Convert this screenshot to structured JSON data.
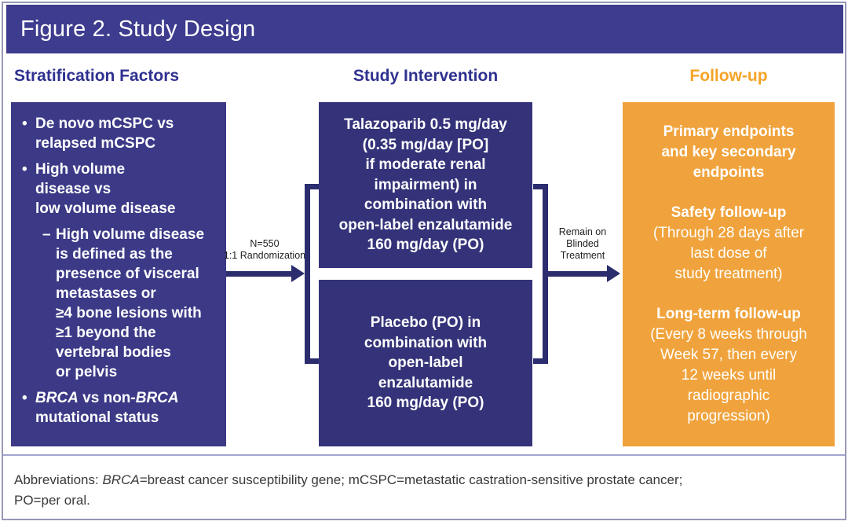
{
  "title": "Figure 2. Study Design",
  "markers": {
    "bullet": "•",
    "dash": "–"
  },
  "columns": [
    {
      "heading": "Stratification Factors"
    },
    {
      "heading": "Study Intervention"
    },
    {
      "heading": "Follow-up"
    }
  ],
  "stratification_box": {
    "bullets": [
      {
        "text": "De novo mCSPC vs\nrelapsed mCSPC"
      },
      {
        "text": "High volume\ndisease vs\nlow volume disease",
        "sub": "High volume disease\nis defined as the\npresence of visceral\nmetastases or\n≥4 bone lesions with\n≥1 beyond the\nvertebral bodies\nor pelvis"
      },
      {
        "parts": [
          {
            "text": "BRCA",
            "italic": true
          },
          {
            "text": " vs non-"
          },
          {
            "text": "BRCA",
            "italic": true
          },
          {
            "text": "\nmutational status"
          }
        ]
      }
    ]
  },
  "randomization": {
    "label": "N=550\n1:1 Randomization"
  },
  "study_arms": [
    {
      "text": "Talazoparib 0.5 mg/day\n(0.35 mg/day [PO]\nif moderate renal\nimpairment) in\ncombination with\nopen-label enzalutamide\n160 mg/day (PO)"
    },
    {
      "text": "Placebo (PO) in\ncombination with\nopen-label\nenzalutamide\n160 mg/day (PO)"
    }
  ],
  "remain_on_blinded": {
    "label": "Remain on\nBlinded\nTreatment"
  },
  "followup_box": {
    "sections": [
      {
        "bold": "Primary endpoints\nand key secondary\nendpoints"
      },
      {
        "bold": "Safety follow-up",
        "normal": "(Through 28 days after\nlast dose of\nstudy treatment)"
      },
      {
        "bold": "Long-term follow-up",
        "normal": "(Every 8 weeks through\nWeek 57, then every\n12 weeks until\nradiographic\nprogression)"
      }
    ]
  },
  "footnote": {
    "parts": [
      {
        "text": "Abbreviations: "
      },
      {
        "text": "BRCA",
        "italic": true
      },
      {
        "text": "=breast cancer susceptibility gene; mCSPC=metastatic castration-sensitive prostate cancer;\nPO=per oral."
      }
    ]
  },
  "colors": {
    "header_bg": "#3E3C8E",
    "strat_box_bg": "#3C3A87",
    "arm_box_bg": "#343379",
    "followup_box_bg": "#F0A33C",
    "heading_navy": "#2F3190",
    "heading_orange": "#F5A325",
    "connector_navy": "#2B2D6E",
    "frame_border": "#9598B8",
    "divider": "#A3A5D1",
    "text_dark": "#3A3A3A"
  }
}
